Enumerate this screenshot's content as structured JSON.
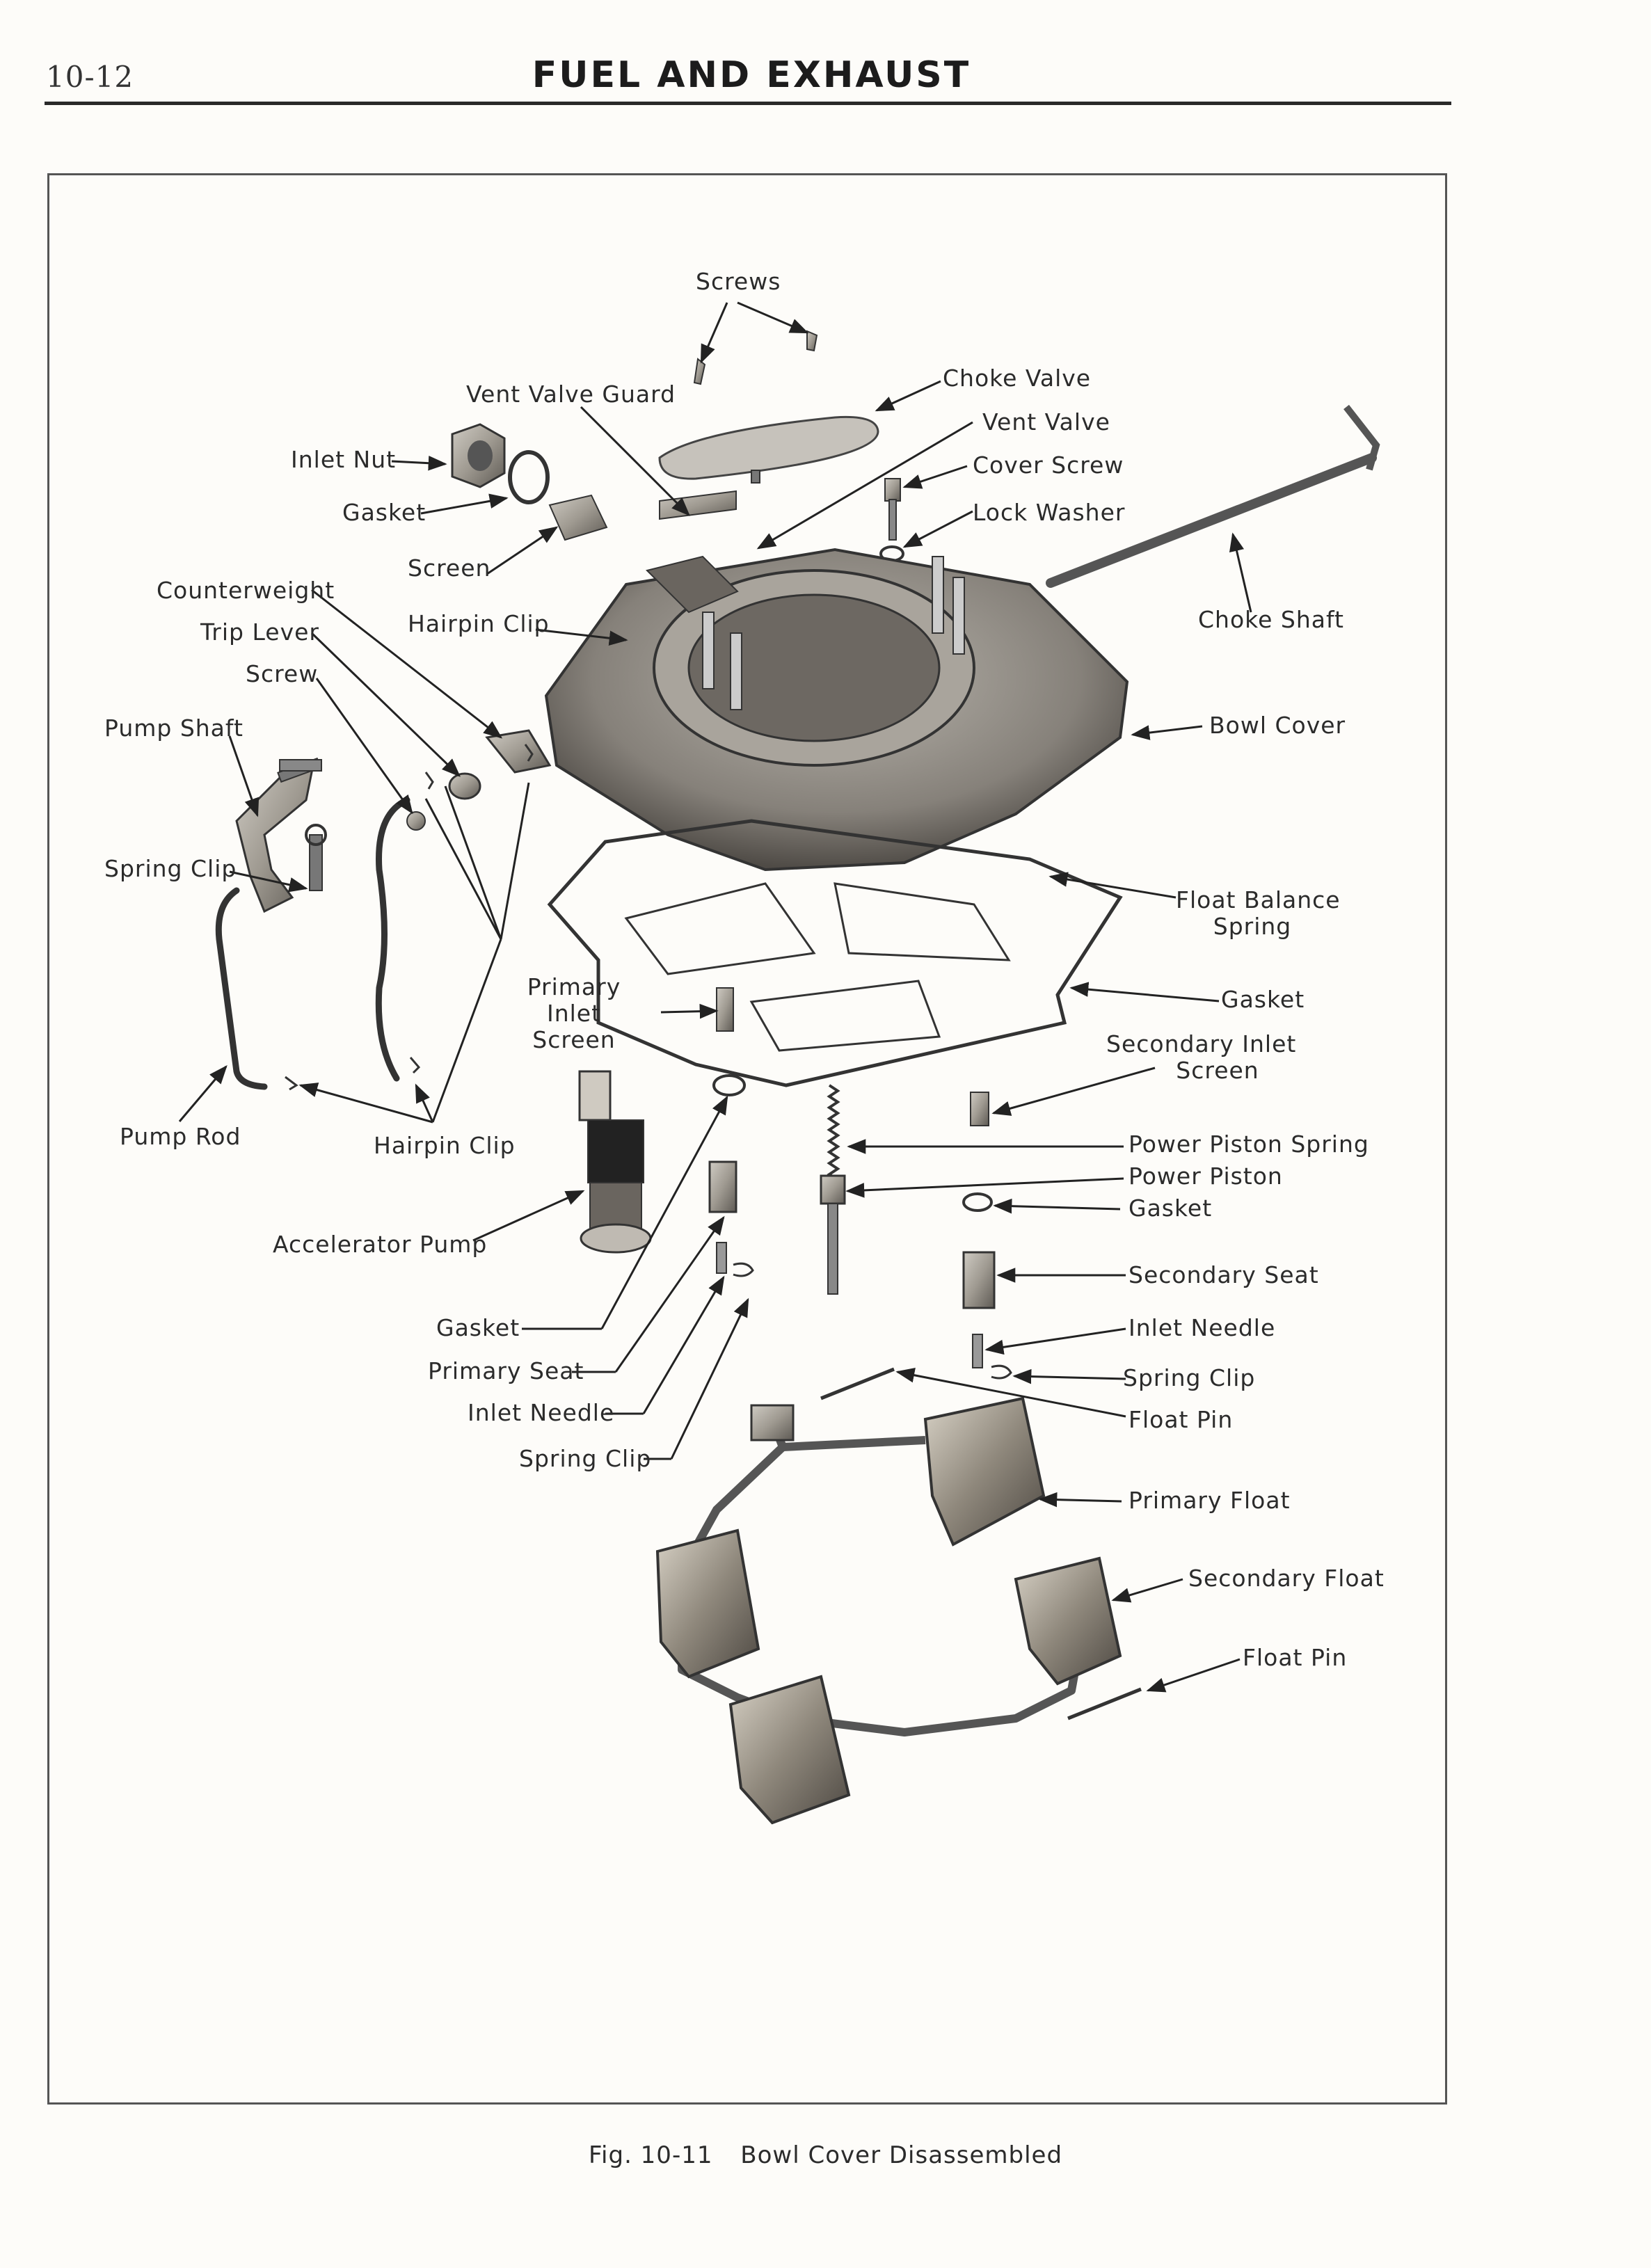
{
  "header": {
    "page_number": "10-12",
    "title": "FUEL AND EXHAUST"
  },
  "labels": {
    "screws": "Screws",
    "choke_valve": "Choke Valve",
    "vent_valve_guard": "Vent Valve Guard",
    "vent_valve": "Vent Valve",
    "inlet_nut": "Inlet Nut",
    "cover_screw": "Cover Screw",
    "gasket_top": "Gasket",
    "lock_washer": "Lock Washer",
    "screen": "Screen",
    "counterweight": "Counterweight",
    "trip_lever": "Trip Lever",
    "hairpin_clip_top": "Hairpin Clip",
    "choke_shaft": "Choke Shaft",
    "screw": "Screw",
    "pump_shaft": "Pump Shaft",
    "bowl_cover": "Bowl Cover",
    "spring_clip_left": "Spring Clip",
    "float_balance_spring_1": "Float Balance",
    "float_balance_spring_2": "Spring",
    "primary_inlet_screen_1": "Primary",
    "primary_inlet_screen_2": "Inlet",
    "primary_inlet_screen_3": "Screen",
    "gasket_right": "Gasket",
    "secondary_inlet_screen_1": "Secondary Inlet",
    "secondary_inlet_screen_2": "Screen",
    "pump_rod": "Pump Rod",
    "hairpin_clip_bottom": "Hairpin Clip",
    "power_piston_spring": "Power Piston Spring",
    "power_piston": "Power Piston",
    "gasket_pp": "Gasket",
    "accelerator_pump": "Accelerator Pump",
    "secondary_seat": "Secondary Seat",
    "gasket_lower": "Gasket",
    "inlet_needle_right": "Inlet Needle",
    "primary_seat": "Primary Seat",
    "spring_clip_right": "Spring Clip",
    "inlet_needle_left": "Inlet Needle",
    "float_pin_top": "Float Pin",
    "spring_clip_lower": "Spring Clip",
    "primary_float": "Primary Float",
    "secondary_float": "Secondary Float",
    "float_pin_bottom": "Float Pin"
  },
  "caption": {
    "figure": "Fig. 10-11",
    "text": "Bowl Cover Disassembled"
  }
}
